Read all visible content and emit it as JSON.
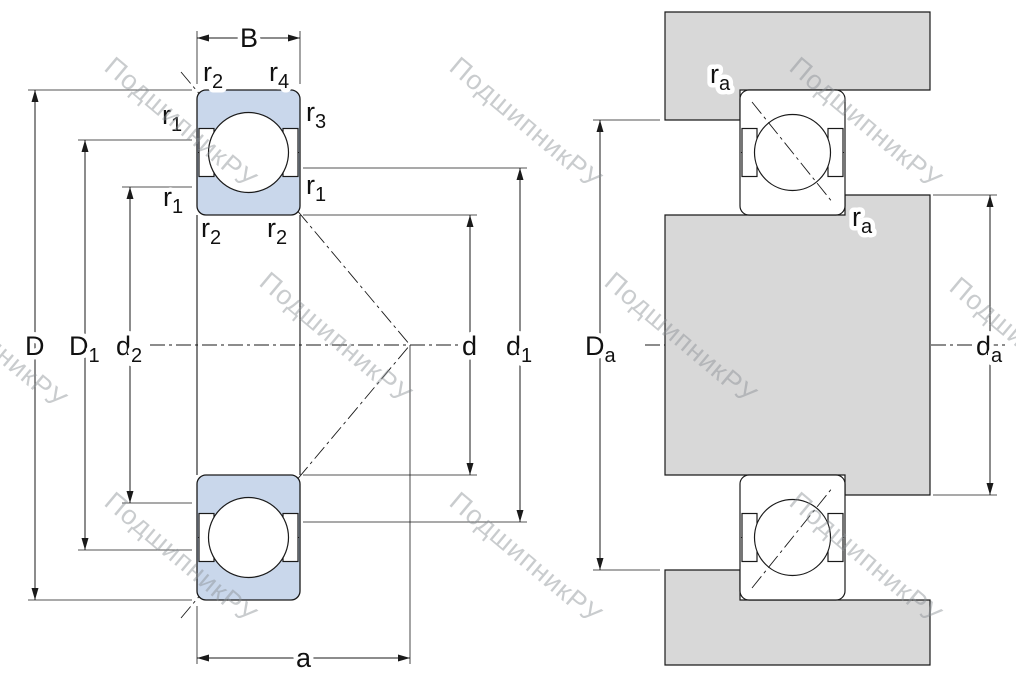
{
  "watermark": {
    "text": "ПодшипникРУ"
  },
  "labels": {
    "B": {
      "main": "B",
      "sub": ""
    },
    "D": {
      "main": "D",
      "sub": ""
    },
    "D1": {
      "main": "D",
      "sub": "1"
    },
    "d2": {
      "main": "d",
      "sub": "2"
    },
    "d": {
      "main": "d",
      "sub": ""
    },
    "d1": {
      "main": "d",
      "sub": "1"
    },
    "a": {
      "main": "a",
      "sub": ""
    },
    "Da": {
      "main": "D",
      "sub": "a"
    },
    "da": {
      "main": "d",
      "sub": "a"
    },
    "r1": {
      "main": "r",
      "sub": "1"
    },
    "r2": {
      "main": "r",
      "sub": "2"
    },
    "r3": {
      "main": "r",
      "sub": "3"
    },
    "r4": {
      "main": "r",
      "sub": "4"
    },
    "ra": {
      "main": "r",
      "sub": "a"
    }
  },
  "colors": {
    "line": "#1a1a1a",
    "ring": "#c9d7eb",
    "metal": "#d8d8d8",
    "wm": "#8a8f94"
  }
}
